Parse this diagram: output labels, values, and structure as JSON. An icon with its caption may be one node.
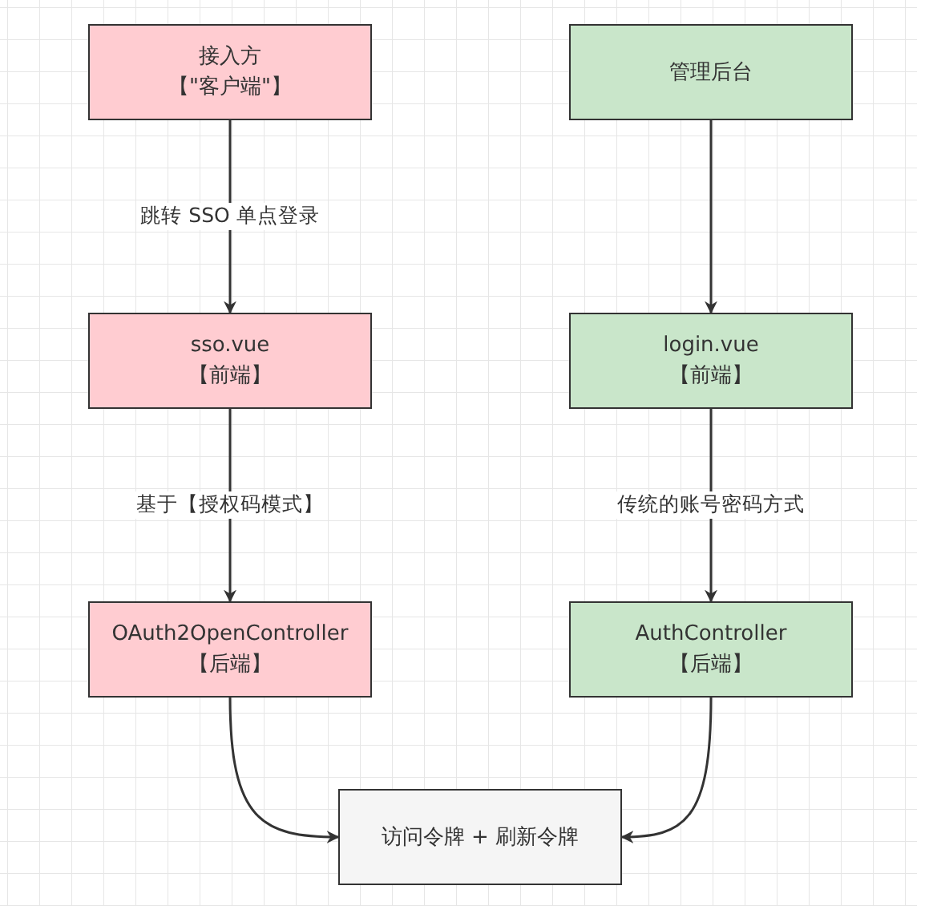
{
  "diagram": {
    "nodes": [
      {
        "text": [
          "接入方",
          "【\"客户端\"】"
        ]
      },
      {
        "text": [
          "管理后台"
        ]
      },
      {
        "text": [
          "sso.vue",
          "【前端】"
        ]
      },
      {
        "text": [
          "login.vue",
          "【前端】"
        ]
      },
      {
        "text": [
          "OAuth2OpenController",
          "【后端】"
        ]
      },
      {
        "text": [
          "AuthController",
          "【后端】"
        ]
      },
      {
        "text": [
          "访问令牌 + 刷新令牌"
        ]
      }
    ],
    "edges": [
      {
        "from": 0,
        "to": 2,
        "arrow": "to",
        "label": "跳转 SSO 单点登录"
      },
      {
        "from": 2,
        "to": 4,
        "arrow": "to",
        "label": "基于【授权码模式】"
      },
      {
        "from": 4,
        "to": 6,
        "arrow": "to"
      },
      {
        "from": 1,
        "to": 3,
        "arrow": "to"
      },
      {
        "from": 3,
        "to": 5,
        "arrow": "to",
        "label": "传统的账号密码方式"
      },
      {
        "from": 5,
        "to": 6,
        "arrow": "to"
      }
    ]
  }
}
